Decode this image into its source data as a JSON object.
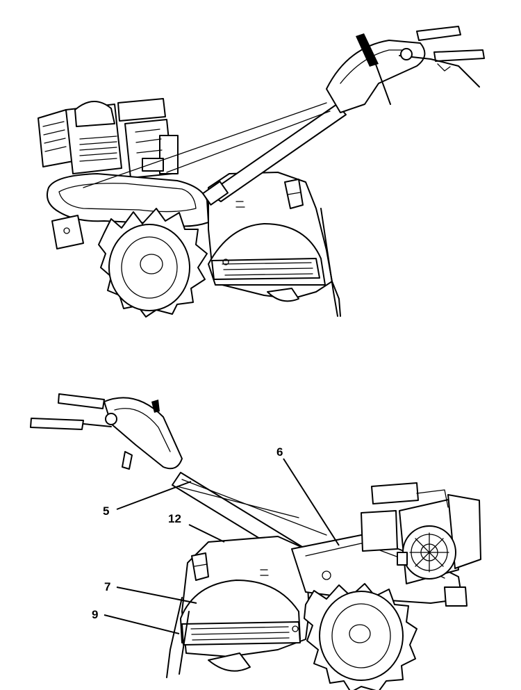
{
  "callouts": [
    {
      "id": "5",
      "label": "5"
    },
    {
      "id": "6",
      "label": "6"
    },
    {
      "id": "7",
      "label": "7"
    },
    {
      "id": "9",
      "label": "9"
    },
    {
      "id": "12",
      "label": "12"
    }
  ]
}
